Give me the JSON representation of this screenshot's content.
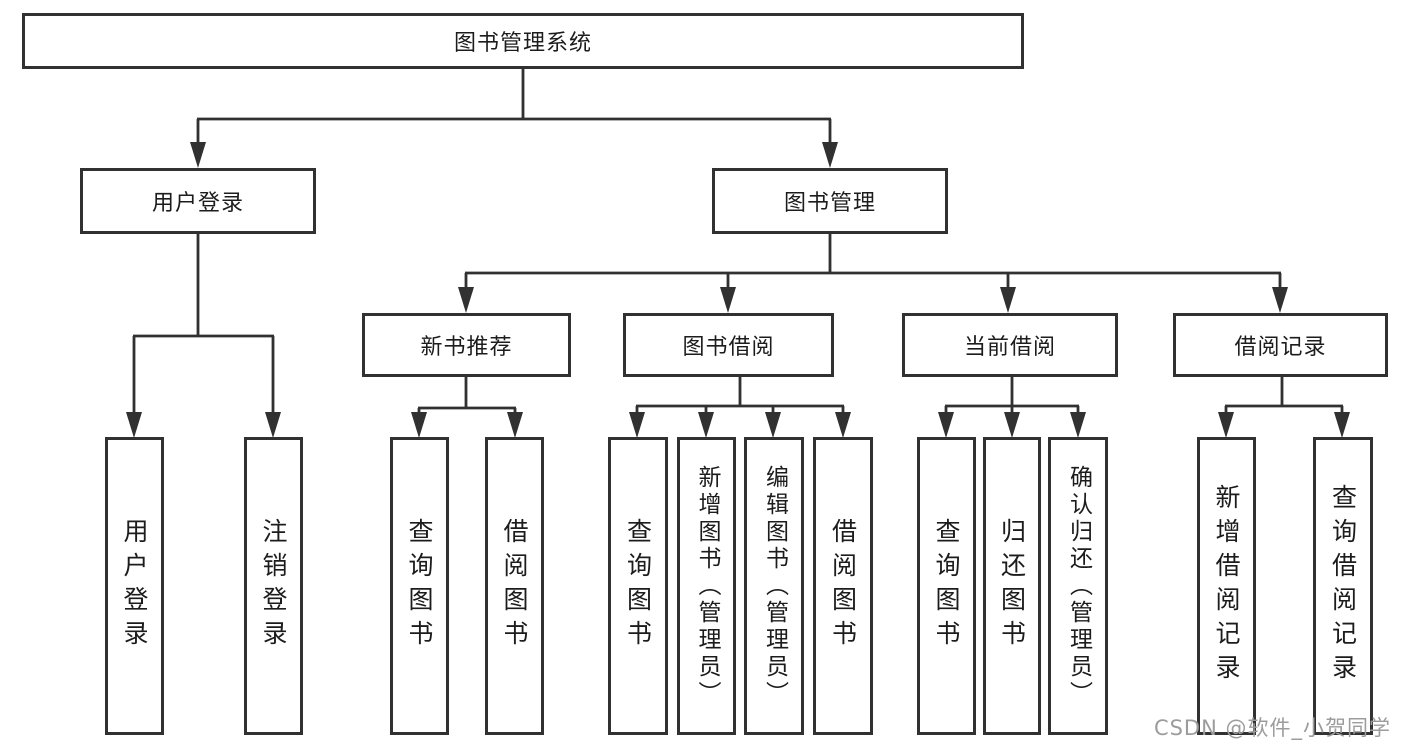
{
  "diagram": {
    "root": {
      "label": "图书管理系统",
      "children": [
        {
          "label": "用户登录",
          "children": [
            {
              "label": "用户登录"
            },
            {
              "label": "注销登录"
            }
          ]
        },
        {
          "label": "图书管理",
          "children": [
            {
              "label": "新书推荐",
              "children": [
                {
                  "label": "查询图书"
                },
                {
                  "label": "借阅图书"
                }
              ]
            },
            {
              "label": "图书借阅",
              "children": [
                {
                  "label": "查询图书"
                },
                {
                  "label": "新增图书（管理员）"
                },
                {
                  "label": "编辑图书（管理员）"
                },
                {
                  "label": "借阅图书"
                }
              ]
            },
            {
              "label": "当前借阅",
              "children": [
                {
                  "label": "查询图书"
                },
                {
                  "label": "归还图书"
                },
                {
                  "label": "确认归还（管理员）"
                }
              ]
            },
            {
              "label": "借阅记录",
              "children": [
                {
                  "label": "新增借阅记录"
                },
                {
                  "label": "查询借阅记录"
                }
              ]
            }
          ]
        }
      ]
    }
  },
  "watermark": {
    "text": "CSDN @软件_小贺同学"
  },
  "colors": {
    "line": "#313131",
    "box_border": "#313131",
    "text": "#1c1c1c",
    "watermark": "#9c9c9c",
    "background": "#ffffff"
  }
}
